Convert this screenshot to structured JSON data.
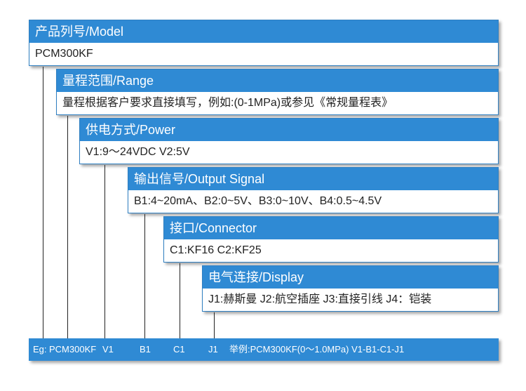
{
  "sections": [
    {
      "header": "产品列号/Model",
      "content": "PCM300KF"
    },
    {
      "header": "量程范围/Range",
      "content": "量程根据客户要求直接填写，例如:(0-1MPa)或参见《常规量程表》"
    },
    {
      "header": "供电方式/Power",
      "content": "V1:9～24VDC  V2:5V"
    },
    {
      "header": "输出信号/Output Signal",
      "content": "B1:4~20mA、B2:0~5V、B3:0~10V、B4:0.5~4.5V"
    },
    {
      "header": "接口/Connector",
      "content": "C1:KF16   C2:KF25"
    },
    {
      "header": "电气连接/Display",
      "content": "J1:赫斯曼   J2:航空插座  J3:直接引线   J4：铠装"
    }
  ],
  "footer": {
    "eg": "Eg:",
    "model": "PCM300KF",
    "v": "V1",
    "b": "B1",
    "c": "C1",
    "j": "J1",
    "example": "举例:PCM300KF(0～1.0MPa) V1-B1-C1-J1"
  },
  "colors": {
    "header_bg": "#2f8ad4",
    "border": "#2f7fc1",
    "connector": "#222222"
  }
}
